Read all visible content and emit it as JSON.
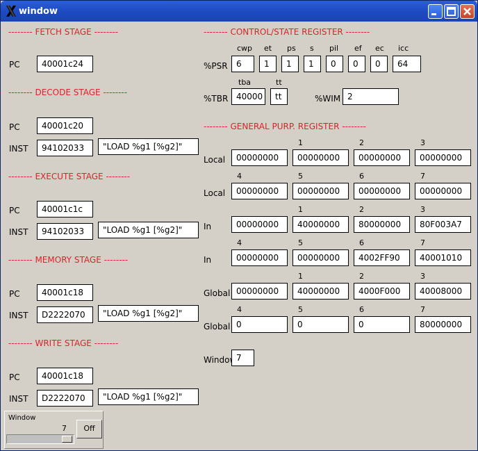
{
  "window": {
    "title": "window"
  },
  "fetch": {
    "header": "-------- FETCH STAGE --------",
    "pc_label": "PC",
    "pc": "40001c24"
  },
  "decode": {
    "header": "-------- DECODE STAGE --------",
    "pc_label": "PC",
    "pc": "40001c20",
    "inst_label": "INST",
    "inst": "94102033",
    "asm": "\"LOAD %g1 [%g2]\""
  },
  "execute": {
    "header": "-------- EXECUTE STAGE --------",
    "pc_label": "PC",
    "pc": "40001c1c",
    "inst_label": "INST",
    "inst": "94102033",
    "asm": "\"LOAD %g1 [%g2]\""
  },
  "memory": {
    "header": "-------- MEMORY STAGE --------",
    "pc_label": "PC",
    "pc": "40001c18",
    "inst_label": "INST",
    "inst": "D2222070",
    "asm": "\"LOAD %g1 [%g2]\""
  },
  "write": {
    "header": "-------- WRITE STAGE --------",
    "pc_label": "PC",
    "pc": "40001c18",
    "inst_label": "INST",
    "inst": "D2222070",
    "asm": "\"LOAD %g1 [%g2]\""
  },
  "control": {
    "header": "-------- CONTROL/STATE REGISTER --------",
    "psr_label": "%PSR",
    "psr_fields": [
      "cwp",
      "et",
      "ps",
      "s",
      "pil",
      "ef",
      "ec",
      "icc"
    ],
    "psr_values": [
      "6",
      "1",
      "1",
      "1",
      "0",
      "0",
      "0",
      "64"
    ],
    "tbr_label": "%TBR",
    "tba_label": "tba",
    "tba": "40000",
    "tt_label": "tt",
    "tt": "tt",
    "wim_label": "%WIM",
    "wim": "2"
  },
  "gpr": {
    "header": "-------- GENERAL PURP. REGISTER --------",
    "rows": [
      {
        "label": "Local",
        "idx": [
          "",
          "1",
          "2",
          "3"
        ],
        "values": [
          "00000000",
          "00000000",
          "00000000",
          "00000000"
        ]
      },
      {
        "label": "Local",
        "idx": [
          "4",
          "5",
          "6",
          "7"
        ],
        "values": [
          "00000000",
          "00000000",
          "00000000",
          "00000000"
        ]
      },
      {
        "label": "In",
        "idx": [
          "",
          "1",
          "2",
          "3"
        ],
        "values": [
          "00000000",
          "40000000",
          "80000000",
          "80F003A7"
        ]
      },
      {
        "label": "In",
        "idx": [
          "4",
          "5",
          "6",
          "7"
        ],
        "values": [
          "00000000",
          "00000000",
          "4002FF90",
          "40001010"
        ]
      },
      {
        "label": "Global",
        "idx": [
          "",
          "1",
          "2",
          "3"
        ],
        "values": [
          "00000000",
          "40000000",
          "4000F000",
          "40008000"
        ]
      },
      {
        "label": "Global",
        "idx": [
          "4",
          "5",
          "6",
          "7"
        ],
        "values": [
          "0",
          "0",
          "0",
          "80000000"
        ]
      }
    ],
    "window_label": "Window",
    "window_value": "7"
  },
  "control_panel": {
    "label": "Window",
    "value": "7",
    "off_label": "Off",
    "slider_fraction": 1.0
  }
}
